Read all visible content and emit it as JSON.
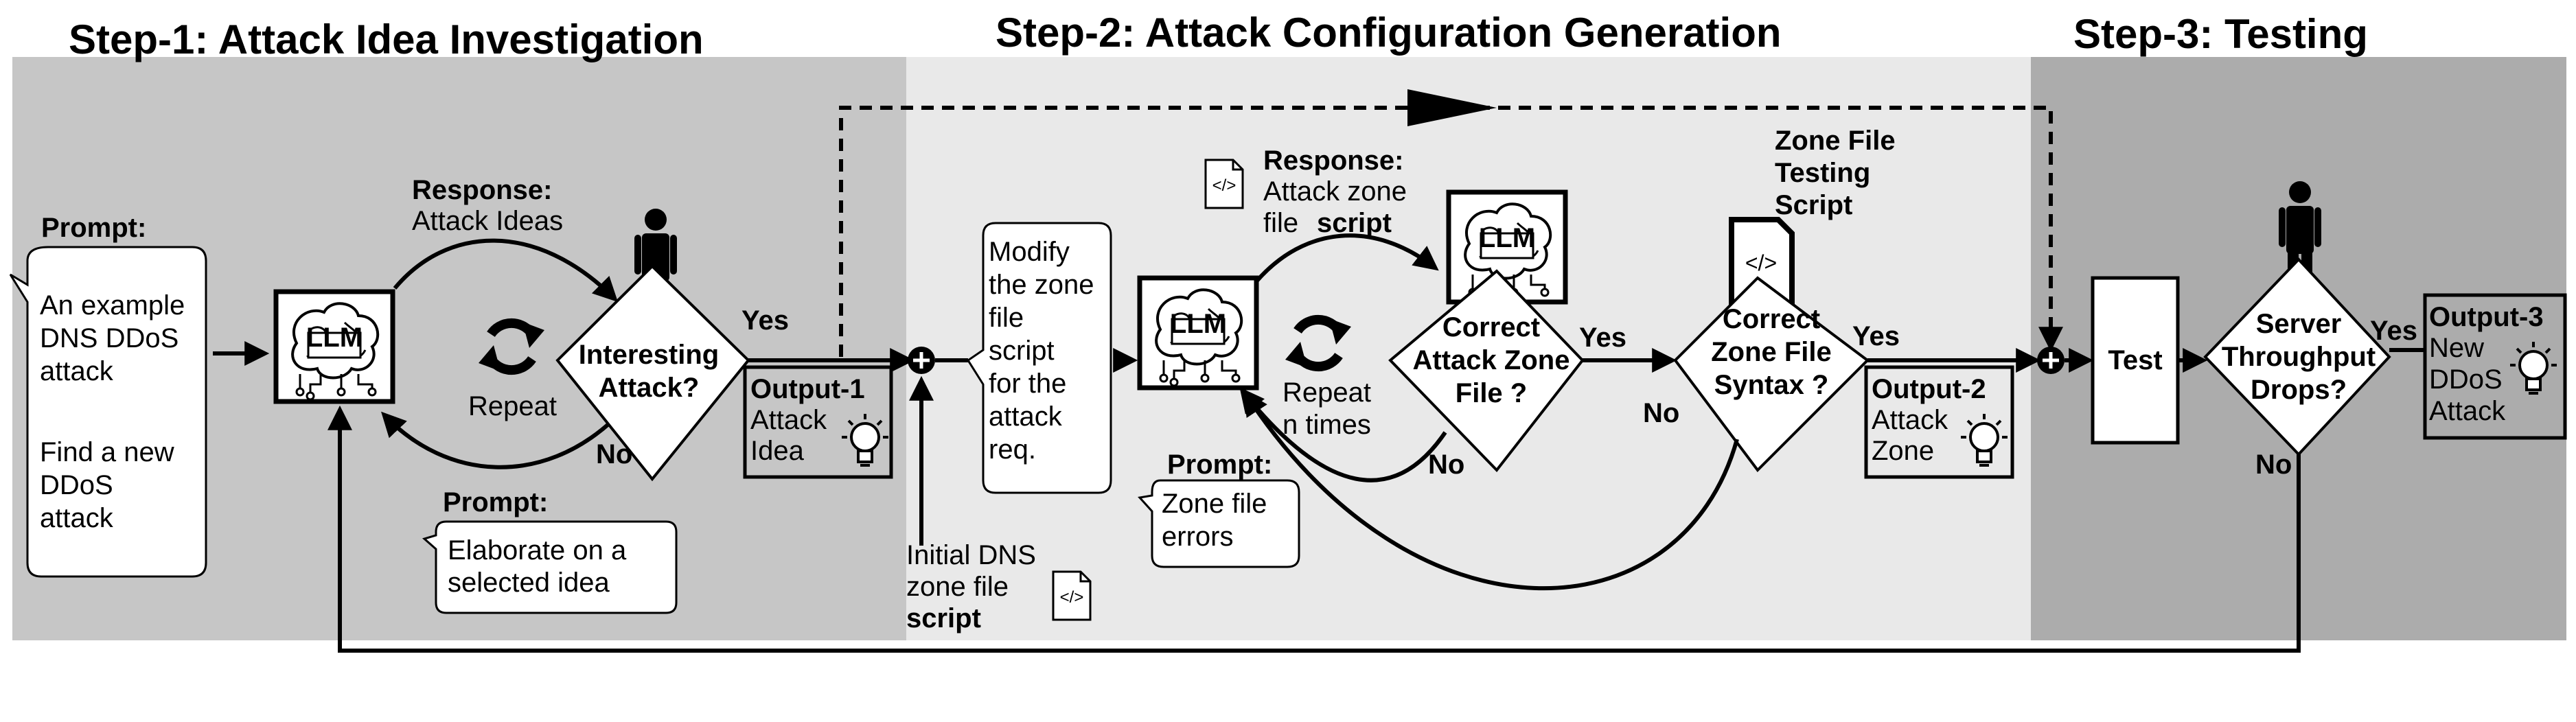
{
  "steps": {
    "step1": "Step-1: Attack Idea Investigation",
    "step2": "Step-2: Attack Configuration Generation",
    "step3": "Step-3: Testing"
  },
  "colors": {
    "step1_bg": "#c6c6c6",
    "step2_bg": "#e9e9e9",
    "step3_bg": "#acacac"
  },
  "icons": [
    "brain-chip-icon",
    "cycle-arrows-icon",
    "person-icon",
    "lightbulb-icon",
    "code-file-icon"
  ],
  "step1": {
    "prompt_title": "Prompt:",
    "prompt_lines": [
      "An example",
      "DNS DDoS",
      "attack",
      "",
      "Find a new",
      "DDoS",
      "attack"
    ],
    "llm": "LLM",
    "response_title": "Response:",
    "response_text": "Attack Ideas",
    "repeat": "Repeat",
    "decision": [
      "Interesting",
      "Attack?"
    ],
    "yes": "Yes",
    "no": "No",
    "elaborate_title": "Prompt:",
    "elaborate_lines": [
      "Elaborate on a",
      "selected idea"
    ],
    "output_title": "Output-1",
    "output_lines": [
      "Attack",
      "Idea"
    ]
  },
  "step2": {
    "modify_lines": [
      "Modify",
      "the zone",
      "file",
      "script",
      "for the",
      "attack",
      "req."
    ],
    "initial_lines": [
      "Initial DNS",
      "zone file"
    ],
    "initial_bold": "script",
    "llm1": "LLM",
    "llm2": "LLM",
    "response_title": "Response:",
    "response_lines": [
      "Attack zone",
      "file "
    ],
    "response_bold": "script",
    "repeat_lines": [
      "Repeat",
      "n times"
    ],
    "decision1": [
      "Correct",
      "Attack Zone",
      "File ?"
    ],
    "yes1": "Yes",
    "no1": "No",
    "error_title": "Prompt:",
    "error_lines": [
      "Zone file",
      "errors"
    ],
    "testing_script": [
      "Zone File",
      "Testing",
      "Script"
    ],
    "decision2": [
      "Correct",
      "Zone File",
      "Syntax ?"
    ],
    "no2": "No",
    "yes2": "Yes",
    "output_title": "Output-2",
    "output_lines": [
      "Attack",
      "Zone"
    ]
  },
  "step3": {
    "test": "Test",
    "decision": [
      "Server",
      "Throughput",
      "Drops?"
    ],
    "yes": "Yes",
    "no": "No",
    "output_title": "Output-3",
    "output_lines": [
      "New",
      "DDoS",
      "Attack"
    ]
  }
}
